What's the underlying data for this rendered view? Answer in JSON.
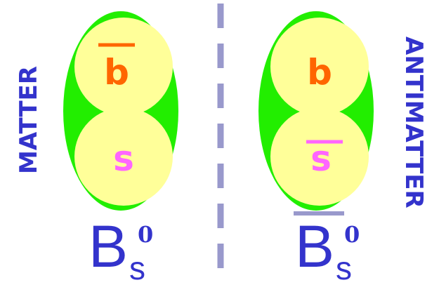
{
  "left_panel": {
    "side_label": "MATTER",
    "top_quark": "b",
    "top_quark_bar": true,
    "bottom_quark": "s",
    "bottom_quark_bar": false,
    "meson_symbol": "B",
    "meson_subscript": "s",
    "meson_superscript": "0",
    "meson_bar": false
  },
  "right_panel": {
    "side_label": "ANTIMATTER",
    "top_quark": "b",
    "top_quark_bar": false,
    "bottom_quark": "s",
    "bottom_quark_bar": true,
    "meson_symbol": "B",
    "meson_subscript": "s",
    "meson_superscript": "0",
    "meson_bar": true
  },
  "colors": {
    "background": "#ffffff",
    "hadron_body": "#22ee00",
    "quark_fill": "#ffff99",
    "b_quark": "#ff6600",
    "s_quark": "#ff66ff",
    "label_blue": "#3333cc",
    "bar_purple": "#9999cc",
    "divider": "#9999cc"
  }
}
